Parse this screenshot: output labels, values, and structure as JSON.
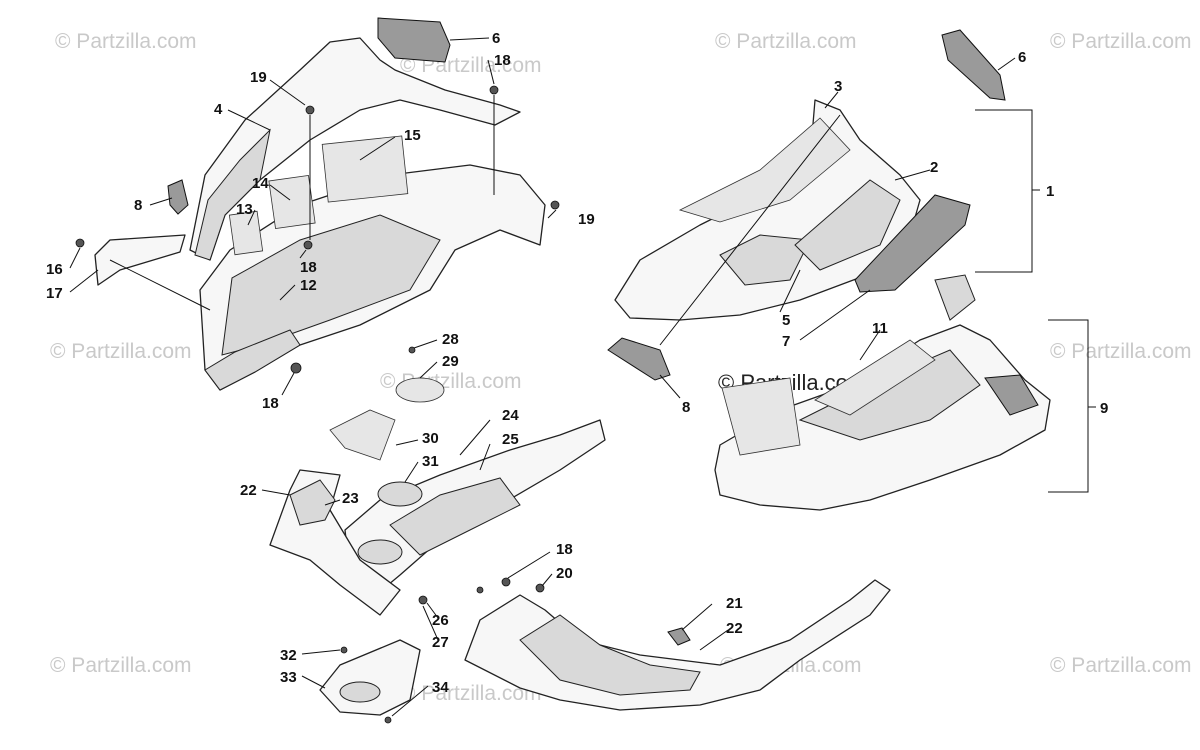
{
  "watermarks": {
    "text": "© Partzilla.com",
    "main_text": "© Partzilla.com"
  },
  "callouts": {
    "c1": "1",
    "c2": "2",
    "c3": "3",
    "c4": "4",
    "c5": "5",
    "c6a": "6",
    "c6b": "6",
    "c7": "7",
    "c8a": "8",
    "c8b": "8",
    "c9": "9",
    "c11": "11",
    "c12": "12",
    "c13": "13",
    "c14": "14",
    "c15": "15",
    "c16": "16",
    "c17": "17",
    "c18a": "18",
    "c18b": "18",
    "c18c": "18",
    "c18d": "18",
    "c19a": "19",
    "c19b": "19",
    "c20": "20",
    "c21": "21",
    "c22a": "22",
    "c22b": "22",
    "c23": "23",
    "c24": "24",
    "c25": "25",
    "c26": "26",
    "c27": "27",
    "c28": "28",
    "c29": "29",
    "c30": "30",
    "c31": "31",
    "c32": "32",
    "c33": "33",
    "c34": "34"
  },
  "colors": {
    "line": "#222222",
    "watermark": "#c9c9c9",
    "background": "#ffffff"
  }
}
